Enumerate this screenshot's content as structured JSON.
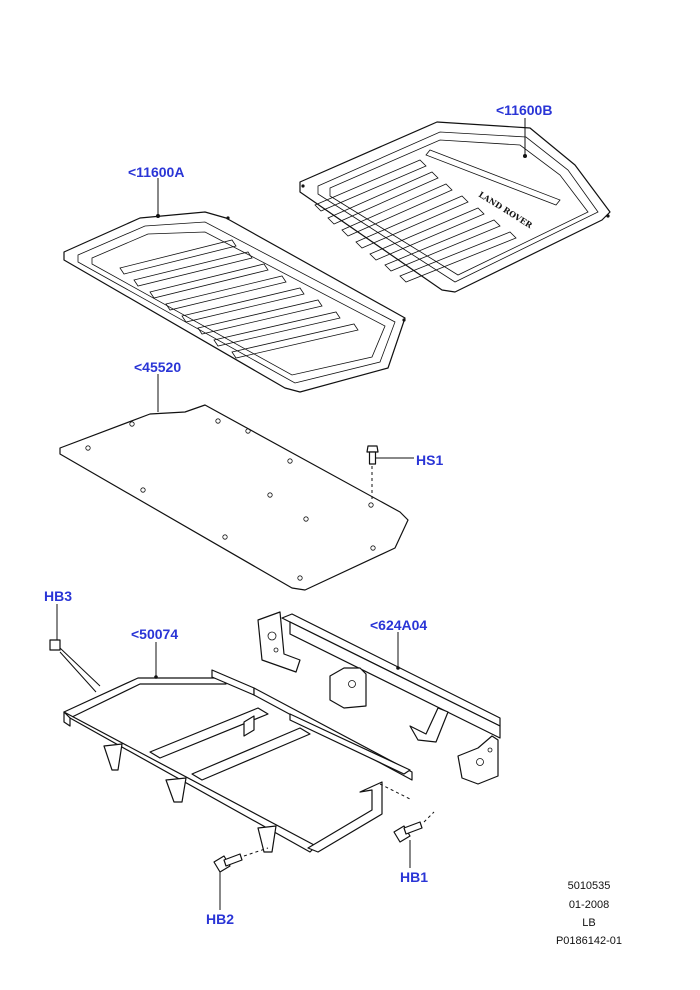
{
  "callouts": {
    "panel_b": "<11600B",
    "panel_a": "<11600A",
    "floor_plate": "<45520",
    "screw": "HS1",
    "bolt_hb3": "HB3",
    "frame": "<50074",
    "bracket": "<624A04",
    "bolt_hb1": "HB1",
    "bolt_hb2": "HB2"
  },
  "panel_b_logo": "LAND ROVER",
  "footer": {
    "code": "5010535",
    "date": "01-2008",
    "region": "LB",
    "illustration_id": "P0186142-01"
  }
}
